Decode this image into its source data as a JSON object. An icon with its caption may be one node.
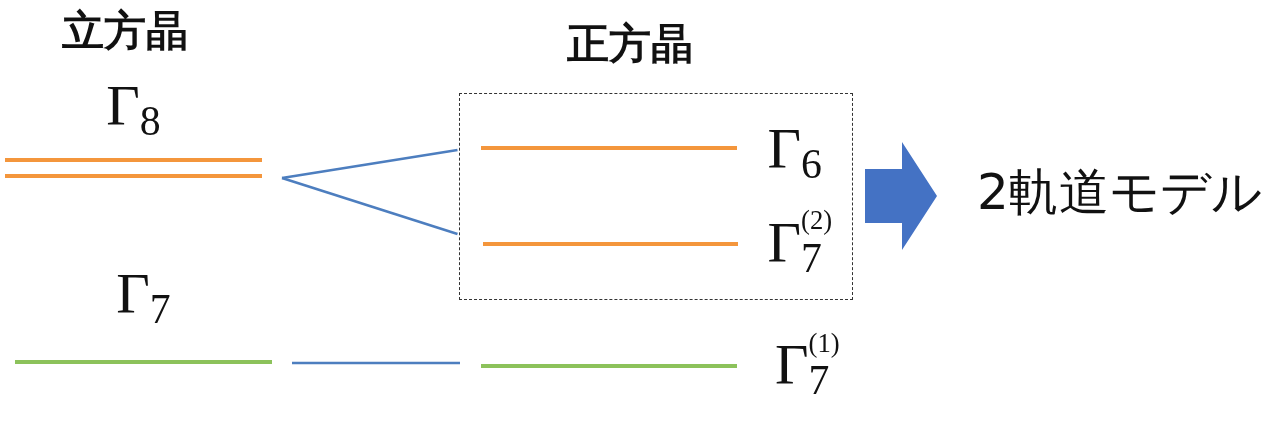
{
  "diagram": {
    "nodes": [
      {
        "text": [
          "Γ$_{8}$"
        ]
      },
      {
        "text": [
          "Γ$_{7}$"
        ]
      },
      {
        "text": [],
        "shape": "box"
      },
      {
        "text": [
          "Γ$_{6}$"
        ],
        "in": 2
      },
      {
        "text": [
          "Γ$_{7}$$^{(2)}$"
        ],
        "in": 2
      },
      {
        "text": [
          "Γ$_{7}$$^{(1)}$"
        ]
      },
      {
        "text": [
          "2軌道モデル"
        ]
      }
    ],
    "edges": [
      {
        "from": 0,
        "to": 3,
        "arrow": "none"
      },
      {
        "from": 0,
        "to": 4,
        "arrow": "none"
      },
      {
        "from": 1,
        "to": 5,
        "arrow": "none"
      },
      {
        "from": 2,
        "to": 6,
        "arrow": "to",
        "style": "thick"
      }
    ],
    "labels": [
      "立方晶",
      "正方晶"
    ]
  }
}
